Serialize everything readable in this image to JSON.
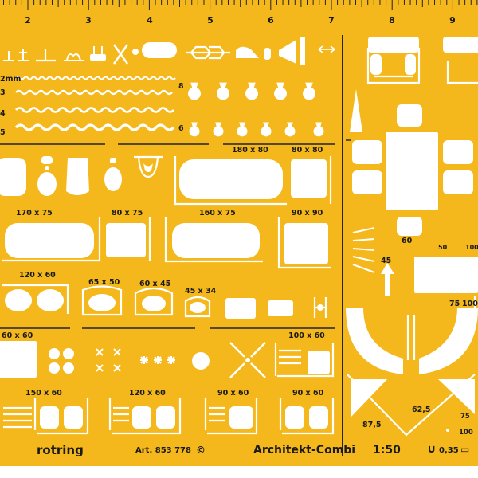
{
  "ruler": {
    "numbers": [
      "2",
      "3",
      "4",
      "5",
      "6",
      "7",
      "8",
      "9"
    ]
  },
  "line_rows": {
    "row1": "2mm",
    "row2": "3",
    "row3": "4",
    "row4": "5"
  },
  "circle_rows": {
    "row1": "8",
    "row2": "6"
  },
  "labels": {
    "bed_large": "180 x 80",
    "bed_small": "80 x 80",
    "bath_170": "170 x 75",
    "bath_80": "80 x 75",
    "bath_160": "160 x 75",
    "shower_90": "90 x 90",
    "sink_120": "120 x 60",
    "sink_65": "65 x 50",
    "sink_60": "60 x 45",
    "sink_45": "45 x 34",
    "stove_60": "60 x 60",
    "stove_100": "100 x 60",
    "kitchen_150": "150 x 60",
    "kitchen_120": "120 x 60",
    "kitchen_90a": "90 x 60",
    "kitchen_90b": "90 x 60",
    "stair_60": "60",
    "stair_50": "50",
    "stair_100": "100",
    "stair_45": "45",
    "door_75": "75",
    "door_100": "100",
    "arc_875": "87,5",
    "arc_625": "62,5",
    "arc_75": "75",
    "arc_100": "100"
  },
  "bottom": {
    "brand": "rotring",
    "article": "Art. 853 778",
    "copyright": "©",
    "product": "Architekt-Combi",
    "scale": "1:50",
    "pen_size": "0,35"
  },
  "colors": {
    "stencil": "#f5b81c",
    "cutout": "#ffffff",
    "ink": "#1a1a1a"
  }
}
